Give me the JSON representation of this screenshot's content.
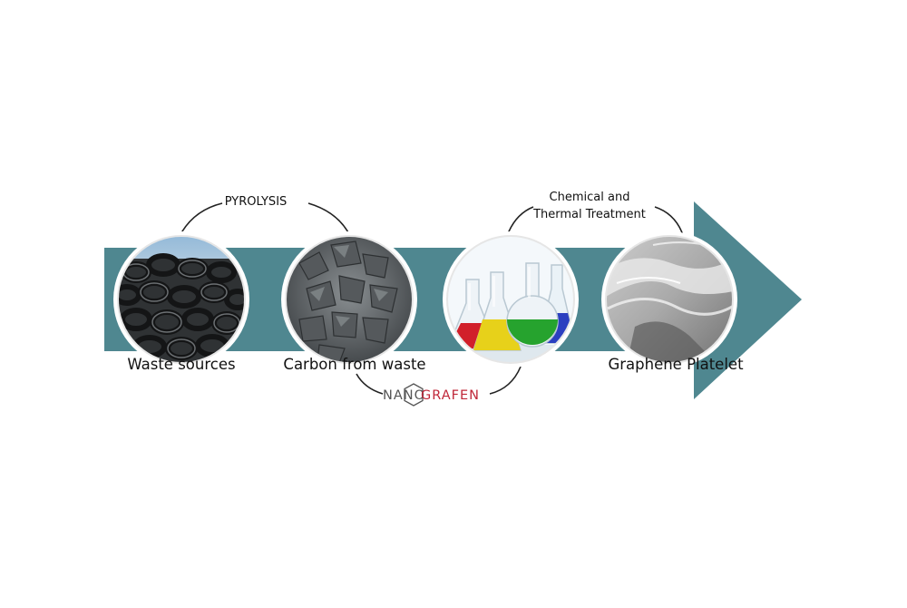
{
  "diagram": {
    "stages": [
      {
        "label": "Waste sources",
        "image": "tire-pile"
      },
      {
        "label": "Carbon from waste",
        "image": "carbon-chunks"
      },
      {
        "label": "",
        "image": "chemistry-flasks"
      },
      {
        "label": "Graphene Platelet",
        "image": "graphene-sheet"
      }
    ],
    "processes": {
      "pyrolysis": "PYROLYSIS",
      "chemical_line1": "Chemical and",
      "chemical_line2": "Thermal Treatment"
    },
    "logo": {
      "part1": "NANO",
      "part2": "GRAFEN"
    },
    "colors": {
      "arrow": "#4f8790",
      "logo_dark": "#555555",
      "logo_red": "#c0283a",
      "flask_red": "#d11f2a",
      "flask_yellow": "#e7d11a",
      "flask_green": "#26a32e",
      "flask_blue": "#2b3fc0"
    }
  }
}
